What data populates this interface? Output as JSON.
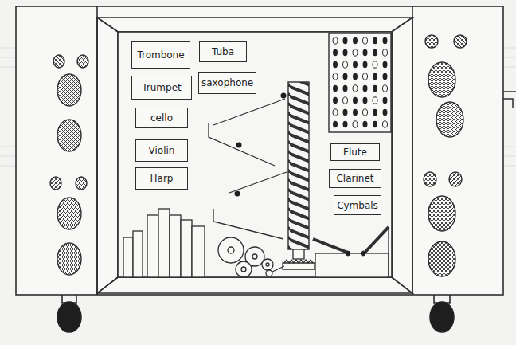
{
  "diagram": {
    "nodes": [
      {
        "text": [
          "Trombone"
        ]
      },
      {
        "text": [
          "Tuba"
        ]
      },
      {
        "text": [
          "Trumpet"
        ]
      },
      {
        "text": [
          "saxophone"
        ]
      },
      {
        "text": [
          "cello"
        ]
      },
      {
        "text": [
          "Violin"
        ]
      },
      {
        "text": [
          "Harp"
        ]
      },
      {
        "text": [
          "Flute"
        ]
      },
      {
        "text": [
          "Clarinet"
        ]
      },
      {
        "text": [
          "Cymbals"
        ]
      }
    ]
  }
}
